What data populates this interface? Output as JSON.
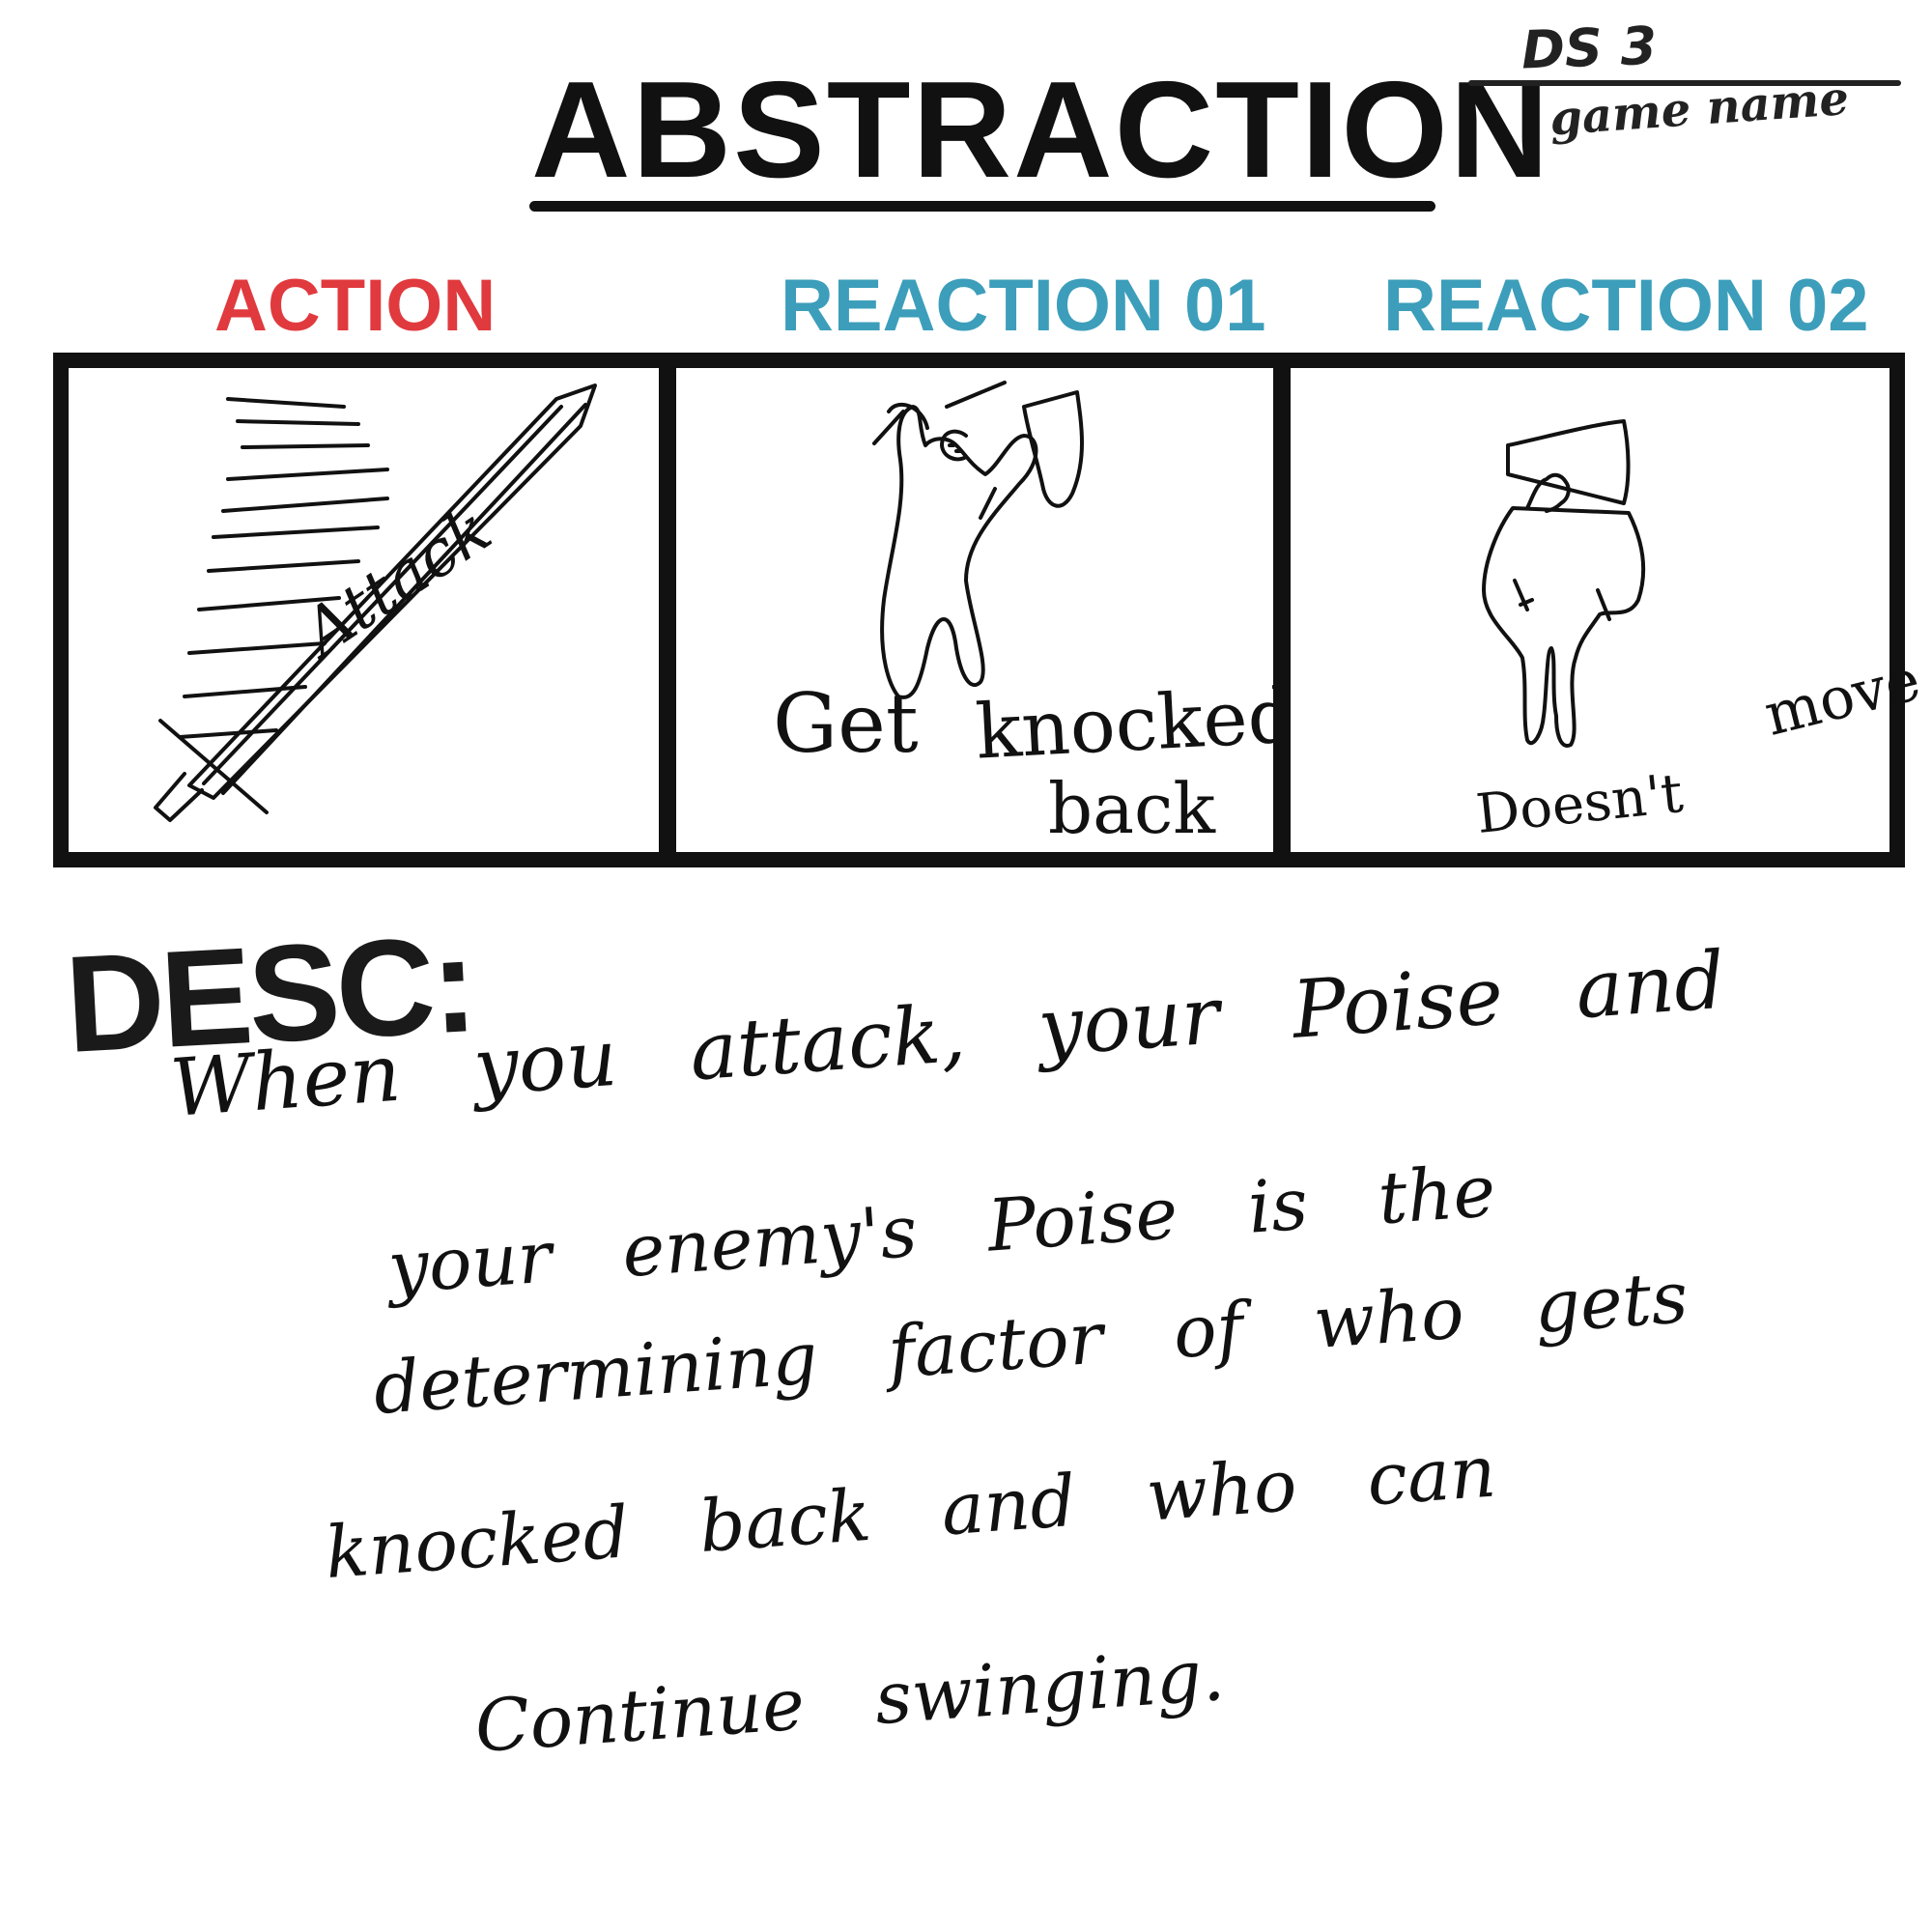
{
  "title": "ABSTRACTION",
  "game": {
    "value": "DS 3",
    "label": "game name"
  },
  "panels": [
    {
      "heading": "ACTION",
      "heading_color": "#e03a3e",
      "caption": "Attack",
      "drawing": "sword-sketch"
    },
    {
      "heading": "REACTION 01",
      "heading_color": "#3c9eba",
      "caption_line1a": "Get",
      "caption_line1b": "knocked",
      "caption_line2": "back",
      "drawing": "knocked-back-figure-sketch"
    },
    {
      "heading": "REACTION 02",
      "heading_color": "#3c9eba",
      "caption_a": "Doesn't",
      "caption_b": "move",
      "drawing": "standing-figure-with-shield-sketch"
    }
  ],
  "desc": {
    "label": "DESC:",
    "lines": [
      "When you attack, your Poise and",
      "your enemy's Poise is the",
      "determining factor of who gets",
      "knocked back and who can",
      "Continue swinging."
    ]
  }
}
